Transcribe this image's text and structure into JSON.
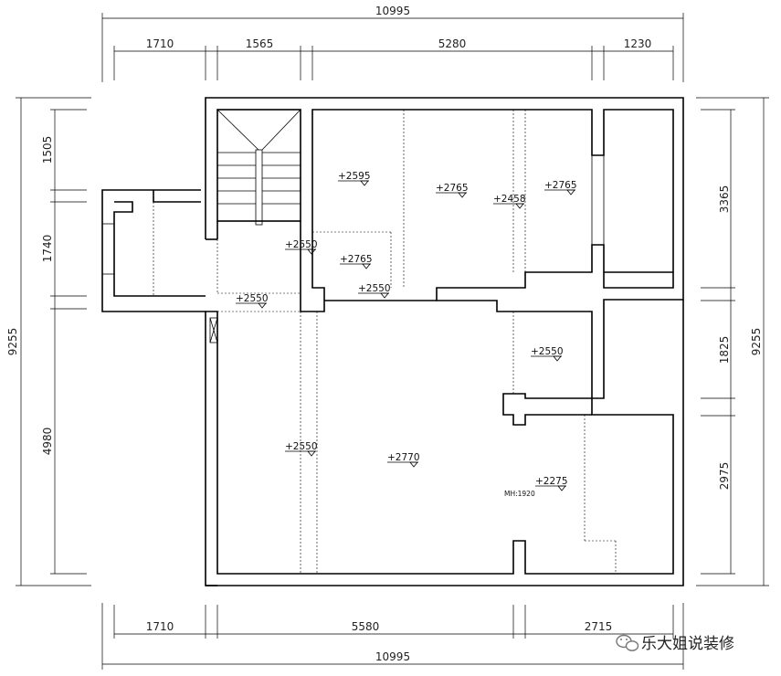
{
  "top_dimensions": {
    "total": "10995",
    "segments": [
      "1710",
      "1565",
      "5280",
      "1230"
    ]
  },
  "bottom_dimensions": {
    "total": "10995",
    "segments": [
      "1710",
      "5580",
      "2715"
    ]
  },
  "left_dimensions": {
    "total": "9255",
    "segments": [
      "1505",
      "1740",
      "4980"
    ]
  },
  "right_dimensions": {
    "total": "9255",
    "segments": [
      "3365",
      "1825",
      "2975"
    ]
  },
  "levels": [
    {
      "id": "lvl-a",
      "label": "+2595"
    },
    {
      "id": "lvl-b",
      "label": "+2765"
    },
    {
      "id": "lvl-c",
      "label": "+2458"
    },
    {
      "id": "lvl-d",
      "label": "+2765"
    },
    {
      "id": "lvl-e",
      "label": "+2550"
    },
    {
      "id": "lvl-f",
      "label": "+2765"
    },
    {
      "id": "lvl-g",
      "label": "+2550"
    },
    {
      "id": "lvl-h",
      "label": "+2550"
    },
    {
      "id": "lvl-i",
      "label": "+2550"
    },
    {
      "id": "lvl-j",
      "label": "+2550"
    },
    {
      "id": "lvl-k",
      "label": "+2770"
    },
    {
      "id": "lvl-l",
      "label": "+2275"
    }
  ],
  "note": "MH:1920",
  "watermark": {
    "icon": "wechat-bubble-icon",
    "text": "乐大姐说装修"
  }
}
